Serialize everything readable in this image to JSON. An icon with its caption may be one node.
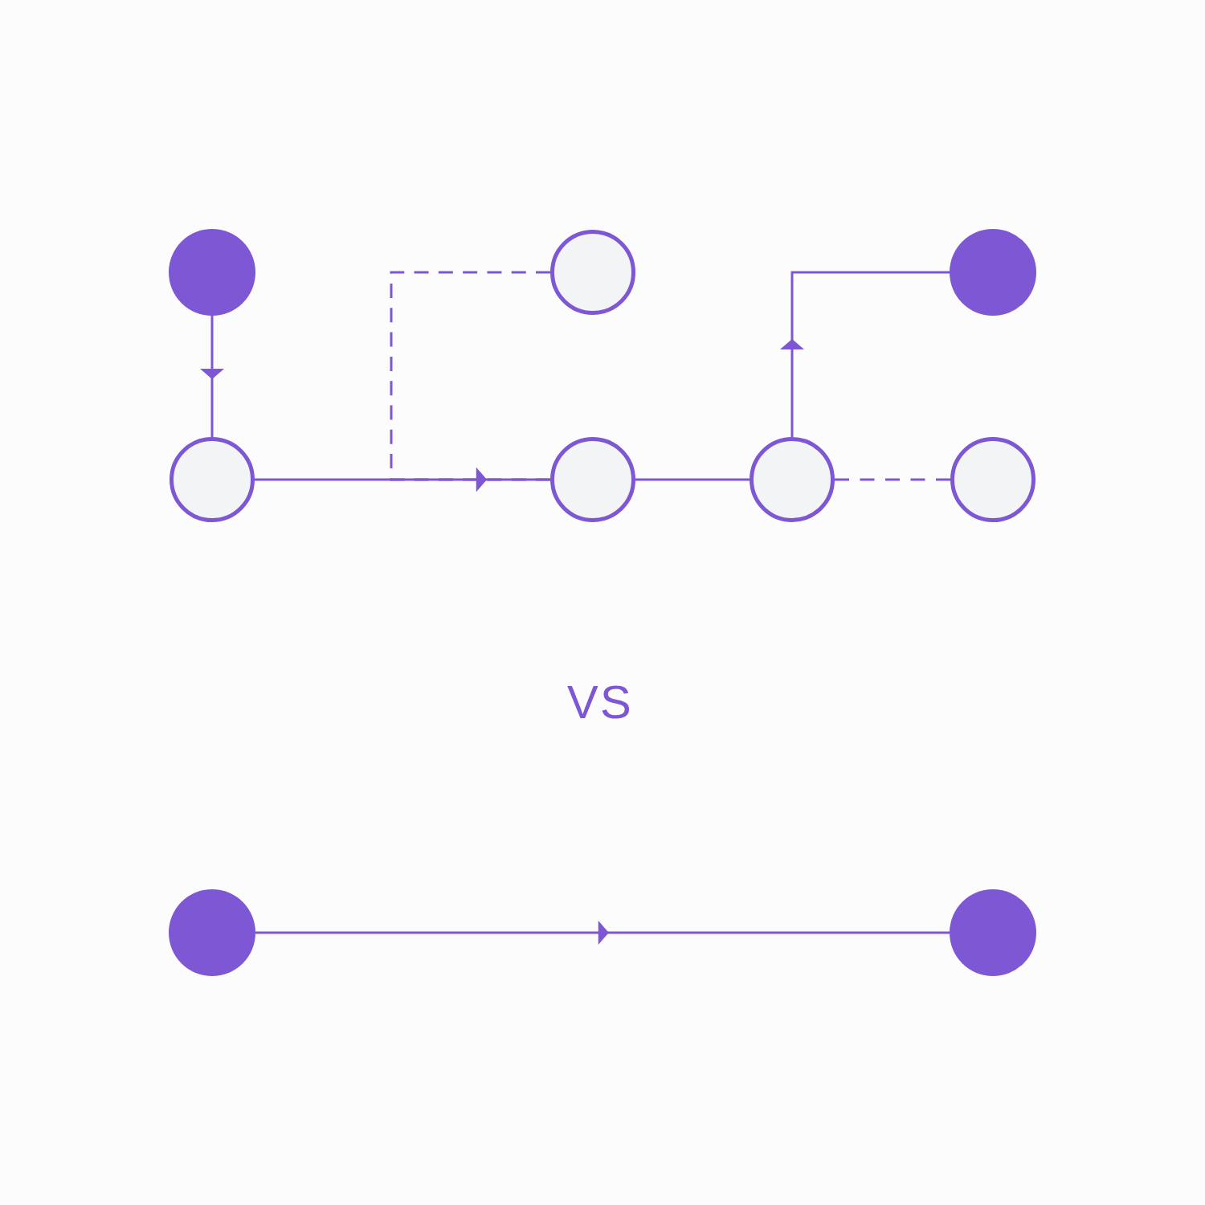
{
  "diagram": {
    "nodes": [
      {
        "text": [],
        "shape": "circle"
      },
      {
        "text": [],
        "shape": "circle"
      },
      {
        "text": [],
        "shape": "circle"
      },
      {
        "text": [],
        "shape": "circle"
      },
      {
        "text": [],
        "shape": "circle"
      },
      {
        "text": [],
        "shape": "circle"
      },
      {
        "text": [],
        "shape": "circle"
      },
      {
        "text": [],
        "shape": "circle"
      },
      {
        "text": [],
        "shape": "circle"
      }
    ],
    "edges": [
      {
        "from": 0,
        "to": 3,
        "arrow": "to"
      },
      {
        "from": 1,
        "to": 4,
        "arrow": "to",
        "style": "dashed"
      },
      {
        "from": 3,
        "to": 4,
        "arrow": "to"
      },
      {
        "from": 4,
        "to": 5,
        "arrow": "none"
      },
      {
        "from": 5,
        "to": 2,
        "arrow": "to"
      },
      {
        "from": 5,
        "to": 6,
        "arrow": "none",
        "style": "dashed"
      },
      {
        "from": 7,
        "to": 8,
        "arrow": "to"
      }
    ],
    "labels": [
      "VS"
    ]
  }
}
